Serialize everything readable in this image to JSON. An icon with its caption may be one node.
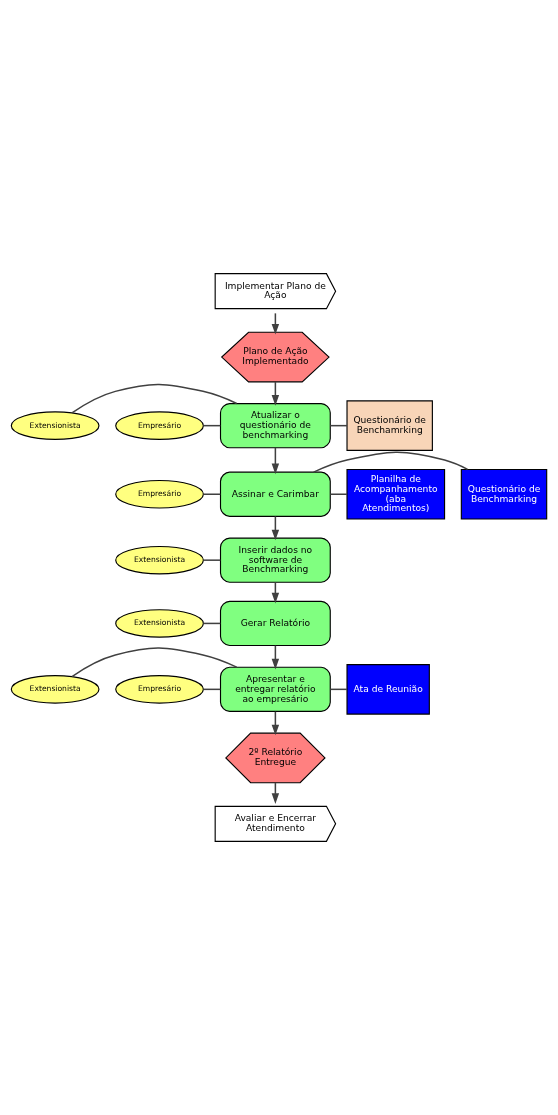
{
  "diagram": {
    "nodes": [
      {
        "text": [
          "Implementar Plano de Ação"
        ]
      },
      {
        "text": [
          "Plano de Ação Implementado"
        ]
      },
      {
        "text": [
          "Extensionista"
        ]
      },
      {
        "text": [
          "Empresário"
        ]
      },
      {
        "text": [
          "Atualizar o questionário de benchmarking"
        ]
      },
      {
        "text": [
          "Questionário de Benchamrking"
        ]
      },
      {
        "text": [
          "Empresário"
        ]
      },
      {
        "text": [
          "Assinar e Carimbar"
        ]
      },
      {
        "text": [
          "Questionário de Benchmarking"
        ]
      },
      {
        "text": [
          "Planilha de Acompanhamento (aba Atendimentos)"
        ]
      },
      {
        "text": [
          "Extensionista"
        ]
      },
      {
        "text": [
          "Inserir dados no software de Benchmarking"
        ]
      },
      {
        "text": [
          "Extensionista"
        ]
      },
      {
        "text": [
          "Gerar Relatório"
        ]
      },
      {
        "text": [
          "Extensionista"
        ]
      },
      {
        "text": [
          "Empresário"
        ]
      },
      {
        "text": [
          "Apresentar e entregar relatório ao empresário"
        ]
      },
      {
        "text": [
          "Ata de Reunião"
        ]
      },
      {
        "text": [
          "2º Relatório Entregue"
        ]
      },
      {
        "text": [
          "Avaliar e Encerrar Atendimento"
        ]
      }
    ],
    "edges": [
      {
        "from": 0,
        "to": 1,
        "arrow": "to"
      },
      {
        "from": 1,
        "to": 4,
        "arrow": "to"
      },
      {
        "from": 2,
        "to": 4,
        "arrow": "none"
      },
      {
        "from": 3,
        "to": 4,
        "arrow": "none"
      },
      {
        "from": 4,
        "to": 5,
        "arrow": "none"
      },
      {
        "from": 4,
        "to": 7,
        "arrow": "to"
      },
      {
        "from": 6,
        "to": 7,
        "arrow": "none"
      },
      {
        "from": 7,
        "to": 8,
        "arrow": "none"
      },
      {
        "from": 7,
        "to": 9,
        "arrow": "none"
      },
      {
        "from": 7,
        "to": 11,
        "arrow": "to"
      },
      {
        "from": 10,
        "to": 11,
        "arrow": "none"
      },
      {
        "from": 11,
        "to": 13,
        "arrow": "to"
      },
      {
        "from": 12,
        "to": 13,
        "arrow": "none"
      },
      {
        "from": 13,
        "to": 16,
        "arrow": "to"
      },
      {
        "from": 14,
        "to": 16,
        "arrow": "none"
      },
      {
        "from": 15,
        "to": 16,
        "arrow": "none"
      },
      {
        "from": 16,
        "to": 17,
        "arrow": "none"
      },
      {
        "from": 16,
        "to": 18,
        "arrow": "to"
      },
      {
        "from": 18,
        "to": 19,
        "arrow": "to"
      }
    ]
  }
}
